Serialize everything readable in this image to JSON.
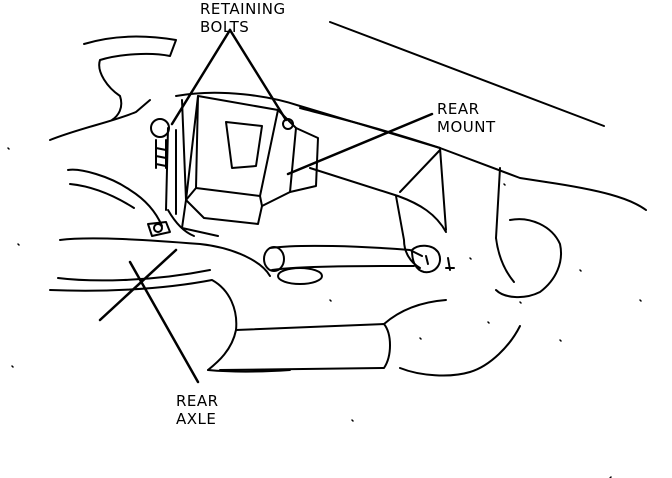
{
  "labels": {
    "retaining_bolts": [
      "RETAINING",
      "BOLTS"
    ],
    "rear_mount": [
      "REAR",
      "MOUNT"
    ],
    "rear_axle": [
      "REAR",
      "AXLE"
    ]
  },
  "colors": {
    "ink": "#000000",
    "paper": "#ffffff"
  }
}
